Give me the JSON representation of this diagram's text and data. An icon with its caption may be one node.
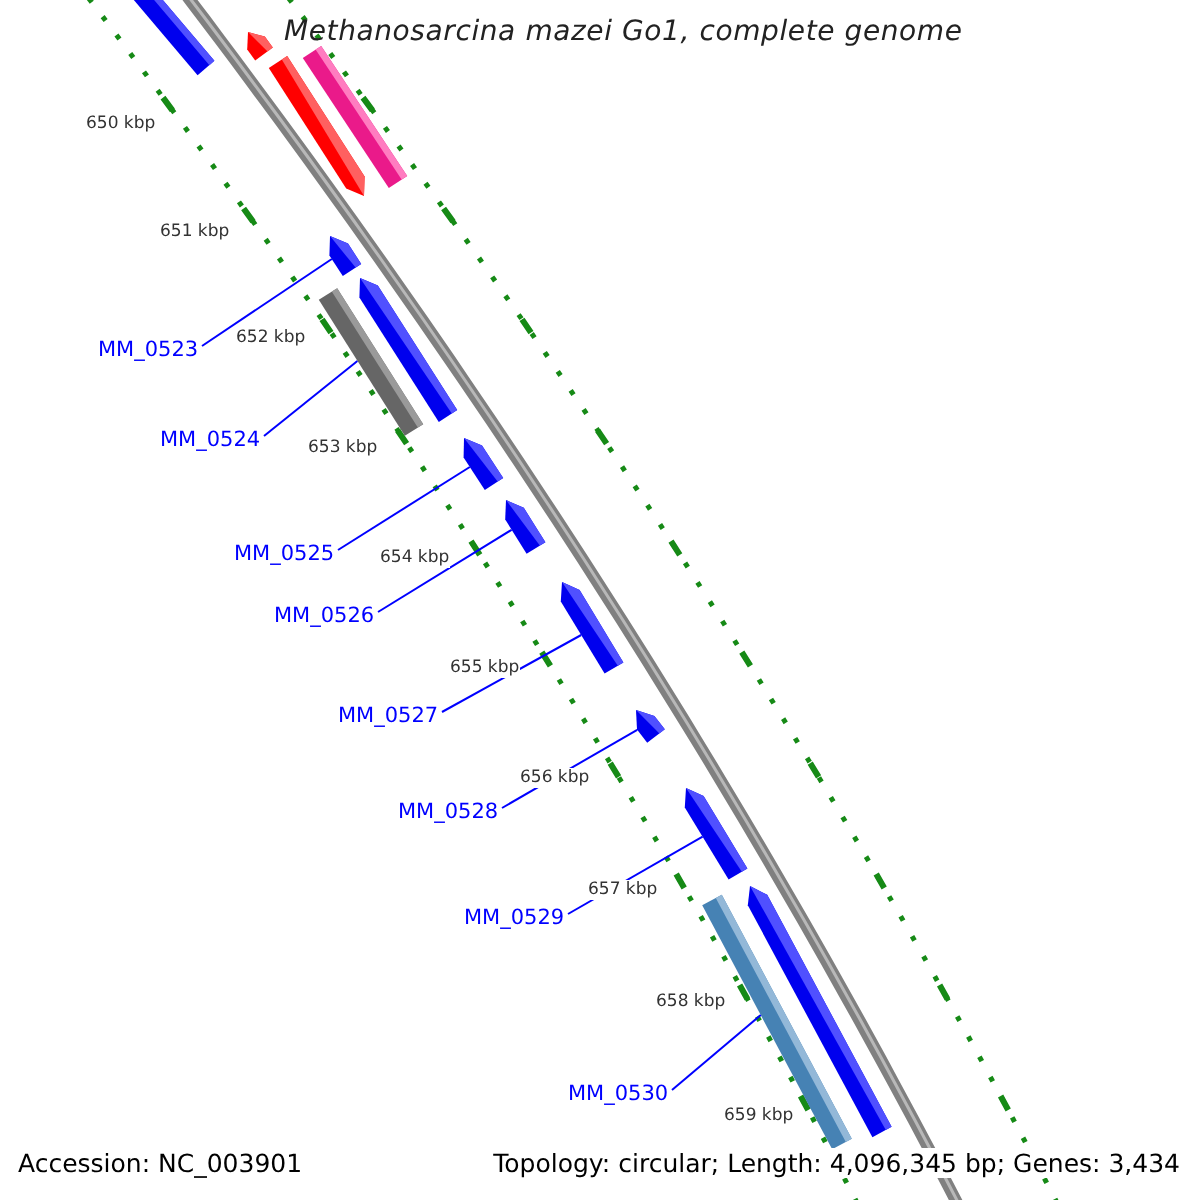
{
  "diagram": {
    "title": "Methanosarcina mazei Go1, complete genome",
    "nodes": [
      {
        "text": [],
        "shape": "bar"
      },
      {
        "text": [],
        "shape": "bar"
      },
      {
        "text": [],
        "shape": "bar"
      },
      {
        "text": [],
        "shape": "bar"
      },
      {
        "text": [],
        "shape": "bar"
      },
      {
        "text": [],
        "shape": "bar"
      },
      {
        "text": [],
        "shape": "bar"
      },
      {
        "text": [],
        "shape": "bar"
      },
      {
        "text": [],
        "shape": "bar"
      },
      {
        "text": [],
        "shape": "bar"
      },
      {
        "text": [],
        "shape": "bar"
      },
      {
        "text": [],
        "shape": "bar"
      },
      {
        "text": [],
        "shape": "bar"
      },
      {
        "text": [],
        "shape": "bar"
      },
      {
        "text": [
          "MM_0523"
        ]
      },
      {
        "text": [
          "MM_0524"
        ]
      },
      {
        "text": [
          "MM_0525"
        ]
      },
      {
        "text": [
          "MM_0526"
        ]
      },
      {
        "text": [
          "MM_0527"
        ]
      },
      {
        "text": [
          "MM_0528"
        ]
      },
      {
        "text": [
          "MM_0529"
        ]
      },
      {
        "text": [
          "MM_0530"
        ]
      }
    ],
    "edges": [
      {
        "from": 14,
        "to": 4,
        "arrow": "none"
      },
      {
        "from": 15,
        "to": 5,
        "arrow": "none"
      },
      {
        "from": 16,
        "to": 7,
        "arrow": "none"
      },
      {
        "from": 17,
        "to": 8,
        "arrow": "none"
      },
      {
        "from": 18,
        "to": 9,
        "arrow": "none"
      },
      {
        "from": 19,
        "to": 10,
        "arrow": "none"
      },
      {
        "from": 20,
        "to": 11,
        "arrow": "none"
      },
      {
        "from": 21,
        "to": 13,
        "arrow": "none"
      }
    ],
    "labels": [
      "650 kbp",
      "651 kbp",
      "652 kbp",
      "653 kbp",
      "654 kbp",
      "655 kbp",
      "656 kbp",
      "657 kbp",
      "658 kbp",
      "659 kbp",
      "Accession: NC_003901",
      "Topology: circular; Length: 4,096,345 bp; Genes: 3,434"
    ]
  }
}
